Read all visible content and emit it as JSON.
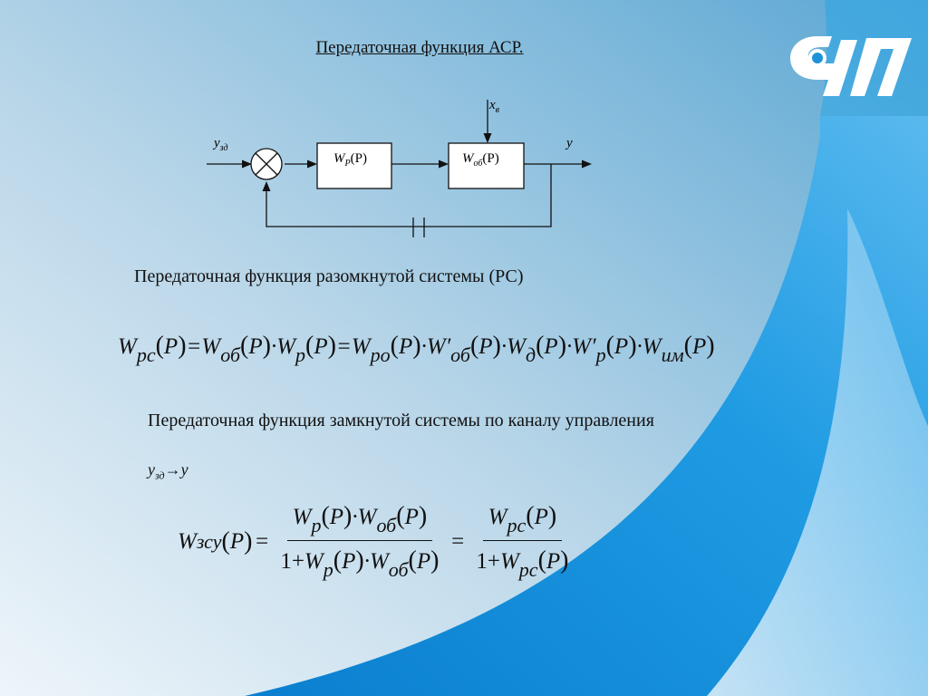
{
  "colors": {
    "accent_blue": "#1796dd",
    "deep_blue": "#0f86d3",
    "bg_light": "#e9f2f8",
    "bg_mid": "#9cc4dd",
    "logo_white": "#ffffff"
  },
  "logo": {
    "icon": "university-logo-icon"
  },
  "title": "Передаточная функция АСР.",
  "diagram": {
    "input_label": "y",
    "input_sub": "зд",
    "disturb_label": "x",
    "disturb_sub": "в",
    "output_label": "y",
    "block1": {
      "w": "W",
      "sub": "P",
      "arg": "(P)"
    },
    "block2": {
      "w": "W",
      "sub": "об",
      "arg": "(P)"
    },
    "summator_icon": "summing-junction-icon"
  },
  "heading_open": "Передаточная функция разомкнутой системы (РС)",
  "open_formula": {
    "w": "W",
    "s_rs": "рс",
    "s_ob": "об",
    "s_r": "р",
    "s_ro": "ро",
    "s_d": "д",
    "s_im": "им",
    "p": "P",
    "eq": "=",
    "dot": "·",
    "prime": "′",
    "lp": "(",
    "rp": ")"
  },
  "heading_closed": "Передаточная функция замкнутой системы по каналу управления",
  "channel": {
    "from": "y",
    "from_sub": "зд",
    "arrow": "→",
    "to": "y"
  },
  "closed_formula": {
    "w": "W",
    "s_zsu": "зсу",
    "s_r": "р",
    "s_ob": "об",
    "s_rs": "рс",
    "p": "P",
    "one": "1",
    "plus": "+",
    "eq": "=",
    "dot": "·",
    "lp": "(",
    "rp": ")"
  }
}
